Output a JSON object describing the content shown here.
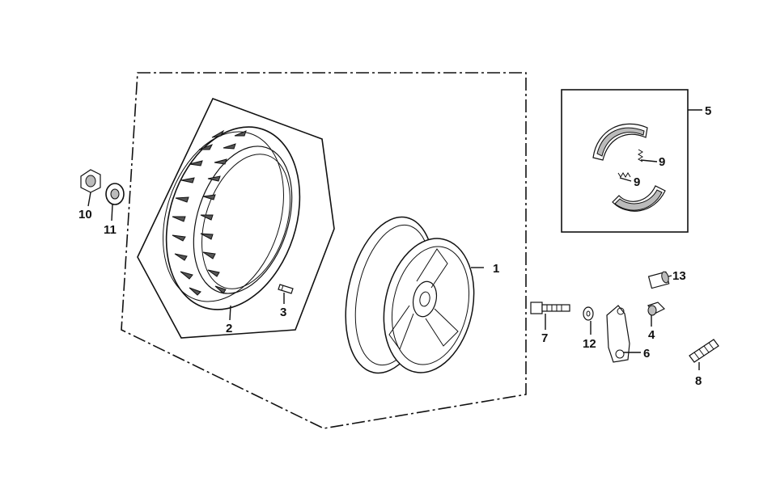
{
  "callouts": [
    {
      "id": "c1",
      "label": "1",
      "part": "rear-wheel-rim"
    },
    {
      "id": "c2",
      "label": "2",
      "part": "tire"
    },
    {
      "id": "c3",
      "label": "3",
      "part": "valve"
    },
    {
      "id": "c4",
      "label": "4",
      "part": "cam-cap"
    },
    {
      "id": "c5",
      "label": "5",
      "part": "brake-shoe-set"
    },
    {
      "id": "c6",
      "label": "6",
      "part": "brake-cam-lever"
    },
    {
      "id": "c7",
      "label": "7",
      "part": "bolt"
    },
    {
      "id": "c8",
      "label": "8",
      "part": "spring"
    },
    {
      "id": "c9a",
      "label": "9",
      "part": "shoe-spring-upper"
    },
    {
      "id": "c9b",
      "label": "9",
      "part": "shoe-spring-lower"
    },
    {
      "id": "c10",
      "label": "10",
      "part": "axle-nut"
    },
    {
      "id": "c11",
      "label": "11",
      "part": "washer"
    },
    {
      "id": "c12",
      "label": "12",
      "part": "washer-small"
    },
    {
      "id": "c13",
      "label": "13",
      "part": "dust-seal"
    }
  ]
}
